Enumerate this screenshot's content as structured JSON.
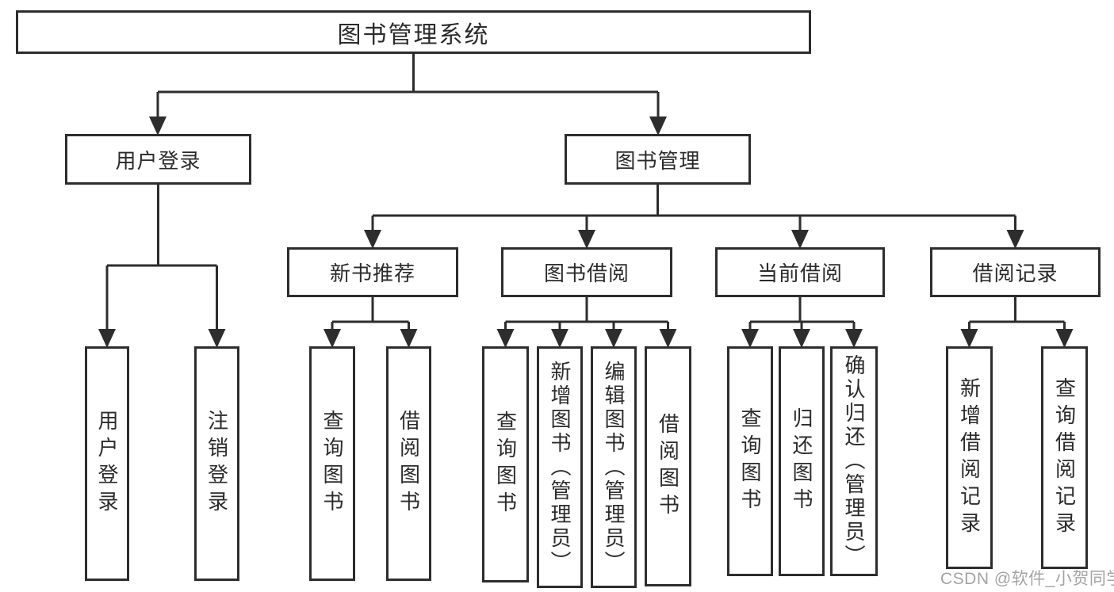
{
  "diagram": {
    "root": {
      "label": "图书管理系统"
    },
    "level1": [
      {
        "label": "用户登录"
      },
      {
        "label": "图书管理"
      }
    ],
    "level2": [
      {
        "label": "新书推荐"
      },
      {
        "label": "图书借阅"
      },
      {
        "label": "当前借阅"
      },
      {
        "label": "借阅记录"
      }
    ],
    "leaves": [
      {
        "label": "用户登录"
      },
      {
        "label": "注销登录"
      },
      {
        "label": "查询图书"
      },
      {
        "label": "借阅图书"
      },
      {
        "label": "查询图书"
      },
      {
        "label": "新增图书（管理员）"
      },
      {
        "label": "编辑图书（管理员）"
      },
      {
        "label": "借阅图书"
      },
      {
        "label": "查询图书"
      },
      {
        "label": "归还图书"
      },
      {
        "label": "确认归还（管理员）"
      },
      {
        "label": "新增借阅记录"
      },
      {
        "label": "查询借阅记录"
      }
    ]
  },
  "watermark": {
    "text": "CSDN @软件_小贺同学",
    "color": "#9c9c9c"
  },
  "colors": {
    "line": "#2d2d2d",
    "box_border": "#2d2d2d",
    "text": "#2b2b2b",
    "background": "#ffffff"
  }
}
